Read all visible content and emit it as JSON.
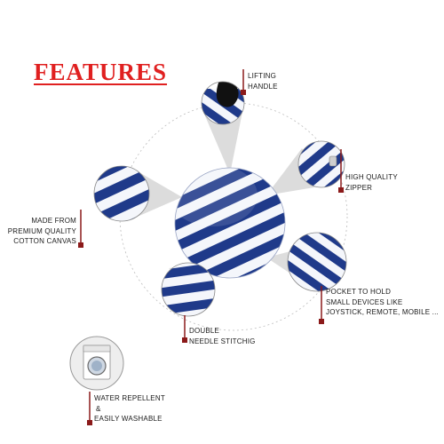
{
  "title": "FEATURES",
  "features": {
    "lifting_handle": [
      "LIFTING",
      "HANDLE"
    ],
    "zipper": [
      "HIGH QUALITY",
      "ZIPPER"
    ],
    "canvas": [
      "MADE FROM",
      "PREMIUM QUALITY",
      "COTTON CANVAS"
    ],
    "pocket": [
      "POCKET TO HOLD",
      "SMALL DEVICES LIKE",
      "JOYSTICK, REMOTE, MOBILE ..."
    ],
    "stitching": [
      "DOUBLE",
      "NEEDLE STITCHIG"
    ],
    "washable": [
      "WATER REPELLENT",
      "&",
      "EASILY WASHABLE"
    ]
  },
  "colors": {
    "title": "#e02020",
    "marker": "#8b1a1a",
    "stripe_blue": "#1f3a8a",
    "stripe_white": "#f4f6fb",
    "cone_grey": "#d9d9d9"
  },
  "icons": [
    "handle-closeup-icon",
    "zipper-closeup-icon",
    "canvas-closeup-icon",
    "pocket-closeup-icon",
    "stitching-closeup-icon",
    "washing-machine-icon"
  ]
}
